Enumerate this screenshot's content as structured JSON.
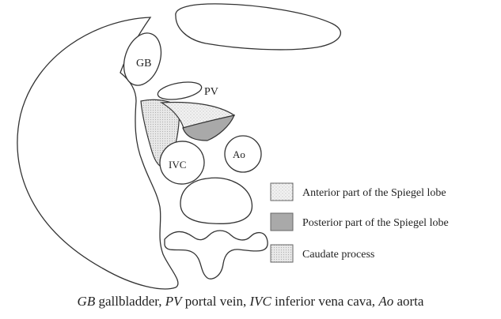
{
  "labels": {
    "gb": "GB",
    "pv": "PV",
    "ivc": "IVC",
    "ao": "Ao"
  },
  "legend": [
    {
      "label": "Anterior part of the Spiegel lobe",
      "fill": "#ececec"
    },
    {
      "label": "Posterior part of the Spiegel lobe",
      "fill": "#a9a9a9"
    },
    {
      "label": "Caudate process",
      "fill": "#e2e2e2"
    }
  ],
  "caption": {
    "items": [
      {
        "abbr": "GB",
        "text": " gallbladder, "
      },
      {
        "abbr": "PV",
        "text": " portal vein, "
      },
      {
        "abbr": "IVC",
        "text": " inferior vena cava, "
      },
      {
        "abbr": "Ao",
        "text": " aorta"
      }
    ]
  },
  "colors": {
    "outline": "#333333",
    "anterior_spiegel": "#ececec",
    "posterior_spiegel": "#a9a9a9",
    "caudate_process": "#e2e2e2"
  }
}
